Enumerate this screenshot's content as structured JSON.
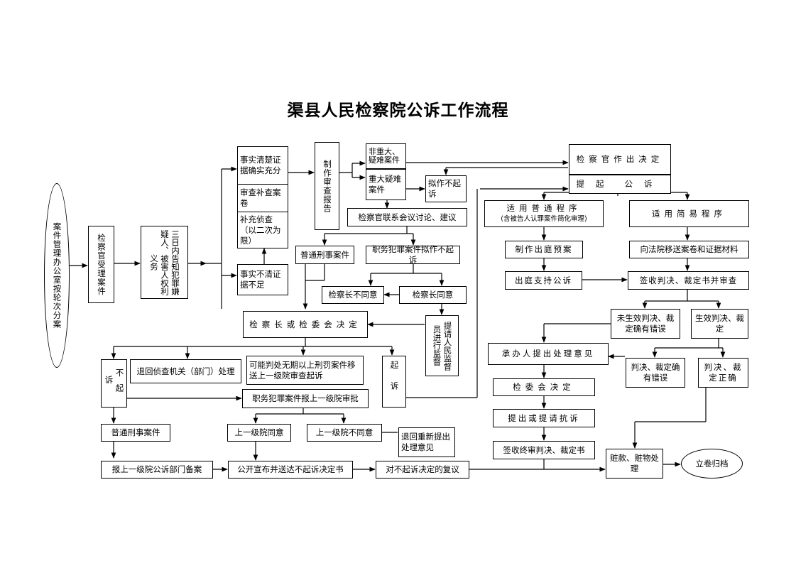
{
  "title": "渠县人民检察院公诉工作流程",
  "nodes": {
    "case_office": "案件管理办公室按轮次分案",
    "prosecutor_accept": "检察官受理案件",
    "notify_rights": "三日内告知犯罪嫌疑人、被害人权利义务",
    "facts_clear": "事实清楚证据确实充分",
    "review_file": "审查补查案卷",
    "supplement": "补充侦查（以二次为限）",
    "facts_unclear": "事实不清证据不足",
    "review_report": "制作审查报告",
    "non_major": "非重大、疑难案件",
    "major": "重大疑难案件",
    "proposed_non_prosecution": "拟作不起诉",
    "joint_meeting": "检察官联系会议讨论、建议",
    "ordinary_case": "普通刑事案件",
    "duty_crime_proposed": "职务犯罪案件拟作不起诉",
    "chief_disagree": "检察长不同意",
    "chief_agree": "检察长同意",
    "people_supervisor": "提请人民监督员进行监督",
    "chief_committee": "检察长或检委会决定",
    "not_prosecute": "不起诉",
    "return_investigation": "退回侦查机关（部门）处理",
    "transfer_higher": "可能判处无期以上刑罚案件移送上一级院审查起诉",
    "prosecute": "起诉",
    "duty_crime_report": "职务犯罪案件报上一级院审批",
    "ordinary_case2": "普通刑事案件",
    "higher_agree": "上一级院同意",
    "higher_disagree": "上一级院不同意",
    "return_resubmit": "退回重新提出处理意见",
    "report_higher_file": "报上一级院公诉部门备案",
    "announce_deliver": "公开宣布并送达不起诉决定书",
    "reconsider": "对不起诉决定的复议",
    "prosecutor_decide": "检察官作出决定",
    "file_prosecution_a": "提起",
    "file_prosecution_b": "公诉",
    "ordinary_procedure": "适用普通程序",
    "ordinary_procedure_note": "(含被告人认罪案件简化审理)",
    "simple_procedure": "适用简易程序",
    "court_plan": "制作出庭预案",
    "transfer_files": "向法院移送案卷和证据材料",
    "support_prosecution": "出庭支持公诉",
    "sign_judgment": "签收判决、裁定书并审查",
    "not_effective": "未生效判决、裁定确有错误",
    "effective": "生效判决、裁定",
    "handler_opinion": "承办人提出处理意见",
    "judgment_wrong": "判决、裁定确有错误",
    "judgment_correct": "判决、裁定正确",
    "committee_decide": "检委会决定",
    "protest": "提出或提请抗诉",
    "sign_final": "签收终审判决、裁定书",
    "stolen_goods": "赃款、赃物处理",
    "archive": "立卷归档"
  }
}
